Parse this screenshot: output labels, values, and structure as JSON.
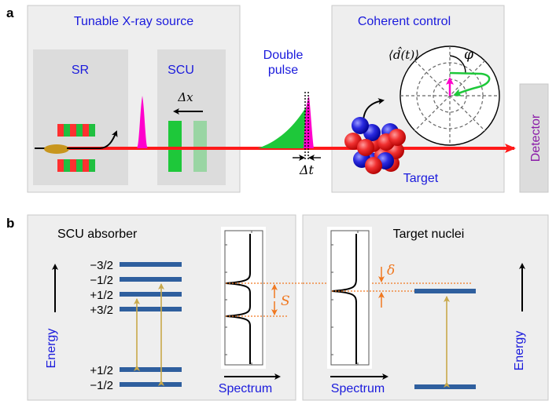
{
  "panel_a": {
    "label": "a",
    "source_title": "Tunable X-ray source",
    "sr_label": "SR",
    "scu_label": "SCU",
    "dx_label": "Δx",
    "double_pulse_label": [
      "Double",
      "pulse"
    ],
    "dt_label": "Δt",
    "coherent_title": "Coherent control",
    "dipole_label": "⟨d̂(t)⟩",
    "phi_label": "φ",
    "target_label": "Target",
    "detector_label": "Detector"
  },
  "panel_b": {
    "label": "b",
    "scu_title": "SCU absorber",
    "target_title": "Target nuclei",
    "energy_label": "Energy",
    "spectrum_label": "Spectrum",
    "splitting_label": "S",
    "detuning_label": "δ",
    "scu_upper_levels": [
      "−3/2",
      "−1/2",
      "+1/2",
      "+3/2"
    ],
    "scu_lower_levels": [
      "+1/2",
      "−1/2"
    ]
  },
  "colors": {
    "title_blue": "#1a1adc",
    "level_blue": "#2f5f9e",
    "beam_red": "#ff1a1a",
    "pulse_magenta": "#ff00cc",
    "scu_green": "#1ec83a",
    "orange": "#f07820",
    "transition_gold": "#c8a84a",
    "detector_purple": "#8a1aa8",
    "panel_bg": "#eeeeee",
    "inner_bg": "#dcdcdc"
  }
}
